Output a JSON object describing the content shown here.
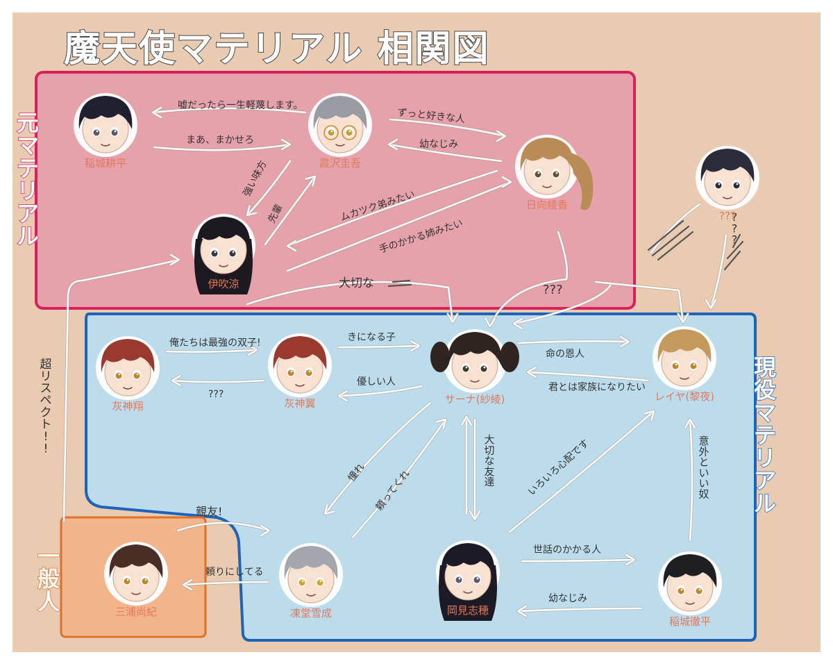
{
  "title": "魔天使マテリアル 相関図",
  "colors": {
    "background": "#e8cbb1",
    "pink_area": "#e6a2ab",
    "pink_border": "#d8205a",
    "blue_area": "#bcdcec",
    "blue_border": "#1d63b8",
    "orange_area": "#f2b48b",
    "orange_border": "#e0702c",
    "name_text": "#e07a5c"
  },
  "sections": {
    "former": "元マテリアル",
    "current": "現役マテリアル",
    "civilian": "一般人"
  },
  "characters": {
    "inaki_kohei": {
      "name": "稲城耕平"
    },
    "kasumizawa": {
      "name": "霞沢圭吾"
    },
    "hinata": {
      "name": "日向綾香"
    },
    "ibuki": {
      "name": "伊吹涼"
    },
    "unknown": {
      "name": "???"
    },
    "haigami_kakeru": {
      "name": "灰神翔"
    },
    "haigami_tsubasa": {
      "name": "灰神翼"
    },
    "sana": {
      "name": "サーナ(紗綾)"
    },
    "reiya": {
      "name": "レイヤ(黎夜)"
    },
    "miura": {
      "name": "三浦尚紀"
    },
    "rendo": {
      "name": "凍堂雪成"
    },
    "shiho": {
      "name": "岡見志穂"
    },
    "inaki_tetsuhei": {
      "name": "稲城徹平"
    }
  },
  "arrow_labels": {
    "k_to_kohei": "嘘だったら一生軽蔑します。",
    "kohei_to_k": "まあ、まかせろ",
    "k_to_hinata": "ずっと好きな人",
    "hinata_to_k": "幼なじみ",
    "k_to_ibuki": "強い味方",
    "ibuki_to_k": "先輩",
    "hinata_to_ibuki": "ムカツク弟みたい",
    "ibuki_to_hinata": "手のかかる姉みたい",
    "ibuki_to_sana": "大切な",
    "hinata_to_sana": "???",
    "kakeru_to_tsubasa": "俺たちは最強の双子!",
    "tsubasa_to_kakeru": "???",
    "tsubasa_to_sana": "きになる子",
    "sana_to_tsubasa": "優しい人",
    "sana_to_reiya": "命の恩人",
    "reiya_to_sana": "君とは家族になりたい",
    "sana_to_rendo": "憧れ",
    "rendo_to_sana": "頼ってくれ",
    "sana_shiho": "大切な友達",
    "shiho_to_reiya": "いろいろ心配です",
    "tetsuhei_to_reiya": "意外といい奴",
    "shiho_to_tetsuhei": "世話のかかる人",
    "tetsuhei_to_shiho": "幼なじみ",
    "miura_to_rendo": "親友!",
    "rendo_to_miura": "頼りにしてる",
    "miura_to_ibuki": "超リスペクト!!",
    "unknown_label": "???"
  }
}
